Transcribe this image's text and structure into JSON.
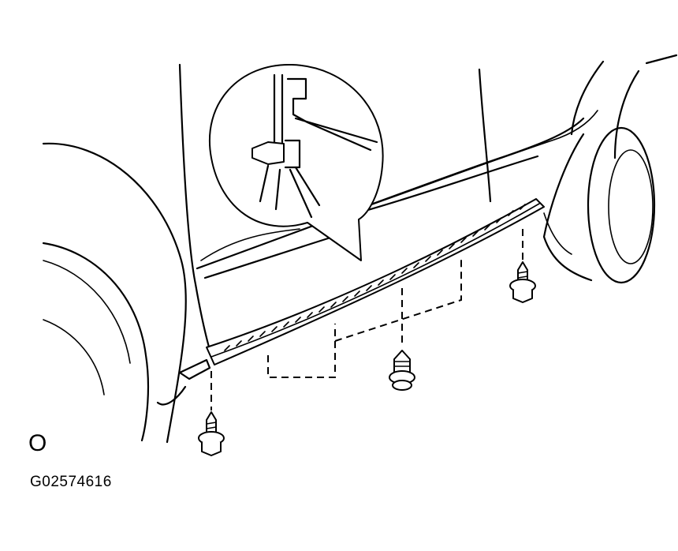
{
  "view_letter": "O",
  "figure_code": "G02574616",
  "parts": {
    "moulding": "rocker-panel-moulding",
    "clip": "moulding-clip",
    "screw_front": "tapping-screw-front",
    "screw_rear": "tapping-screw-rear"
  }
}
